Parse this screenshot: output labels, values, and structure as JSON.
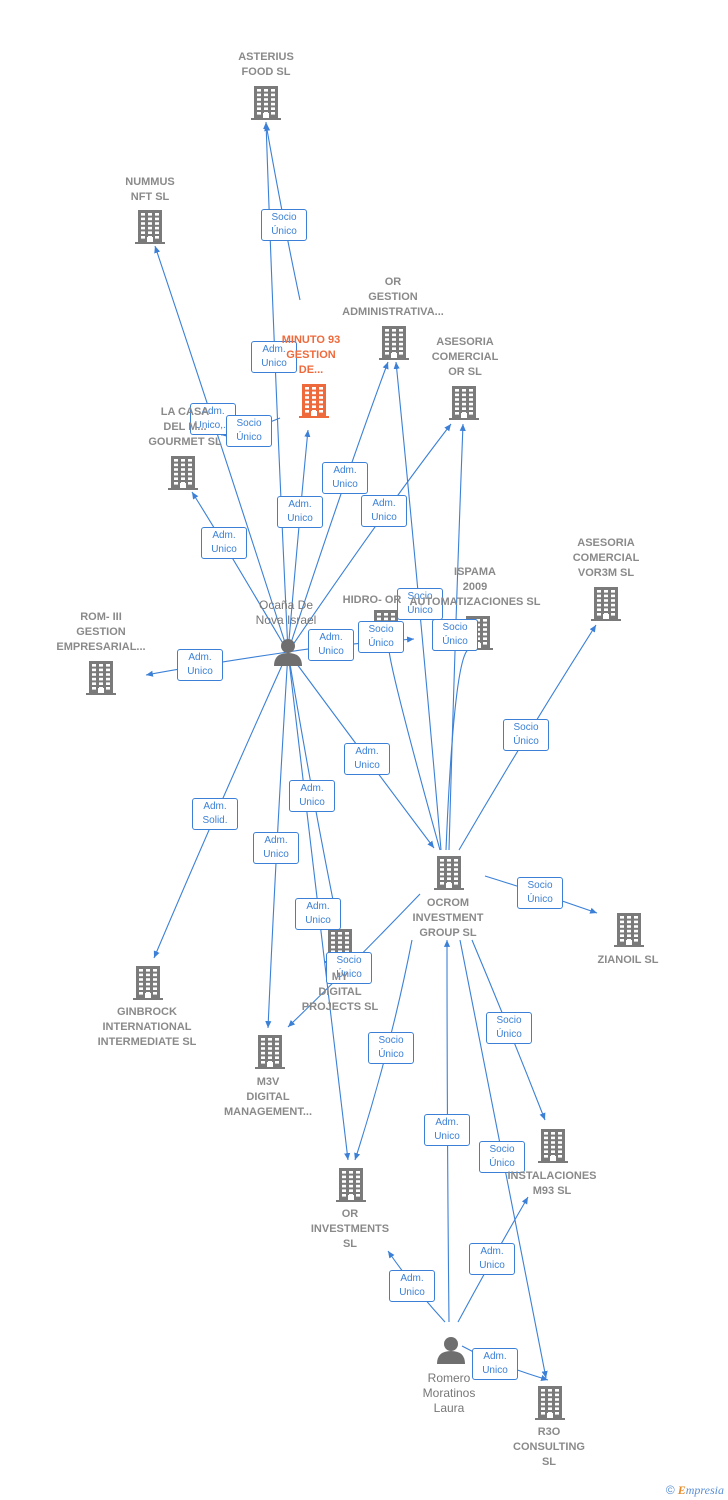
{
  "colors": {
    "edge": "#3b80d6",
    "company": "#7a7a7a",
    "focus": "#ee6a3c",
    "label": "#8a8a8a"
  },
  "nodes": [
    {
      "id": "asterius",
      "kind": "company",
      "label": "ASTERIUS\nFOOD  SL"
    },
    {
      "id": "nummus",
      "kind": "company",
      "label": "NUMMUS\nNFT  SL"
    },
    {
      "id": "minuto93",
      "kind": "focus",
      "label": "MINUTO 93\nGESTION\nDE..."
    },
    {
      "id": "orgestion",
      "kind": "company",
      "label": "OR\nGESTION\nADMINISTRATIVA..."
    },
    {
      "id": "asesoriaor",
      "kind": "company",
      "label": "ASESORIA\nCOMERCIAL\nOR  SL"
    },
    {
      "id": "lacasa",
      "kind": "company",
      "label": "LA CASA\nDEL M...\nGOURMET  SL"
    },
    {
      "id": "asesoriavor",
      "kind": "company",
      "label": "ASESORIA\nCOMERCIAL\nVOR3M  SL"
    },
    {
      "id": "ispama",
      "kind": "company",
      "label": "ISPAMA\n2009\nAUTOMATIZACIONES SL"
    },
    {
      "id": "hidro",
      "kind": "company",
      "label": "HIDRO- OR"
    },
    {
      "id": "rom",
      "kind": "company",
      "label": "ROM- III\nGESTION\nEMPRESARIAL..."
    },
    {
      "id": "ocana",
      "kind": "person",
      "label": "Ocaña De\nNova Israel"
    },
    {
      "id": "ocrom",
      "kind": "company",
      "label": "OCROM\nINVESTMENT\nGROUP  SL"
    },
    {
      "id": "zianoil",
      "kind": "company",
      "label": "ZIANOIL  SL"
    },
    {
      "id": "ginbrock",
      "kind": "company",
      "label": "GINBROCK\nINTERNATIONAL\nINTERMEDIATE SL"
    },
    {
      "id": "mydigital",
      "kind": "company",
      "label": "MY\nDIGITAL\nPROJECTS  SL"
    },
    {
      "id": "m3v",
      "kind": "company",
      "label": "M3V\nDIGITAL\nMANAGEMENT..."
    },
    {
      "id": "instalaciones",
      "kind": "company",
      "label": "INSTALACIONES\nM93  SL"
    },
    {
      "id": "orinvest",
      "kind": "company",
      "label": "OR\nINVESTMENTS\nSL"
    },
    {
      "id": "romero",
      "kind": "person",
      "label": "Romero\nMoratinos\nLaura"
    },
    {
      "id": "r3o",
      "kind": "company",
      "label": "R3O\nCONSULTING\nSL"
    }
  ],
  "edges": [
    {
      "from": "ocana",
      "to": "asterius",
      "label": "Adm.\nUnico"
    },
    {
      "from": "ocrom",
      "to": "asterius",
      "label": "Socio\nÚnico"
    },
    {
      "from": "ocana",
      "to": "nummus",
      "label": "Adm.\nUnico,..."
    },
    {
      "from": "ocrom",
      "to": "lacasa",
      "label": "Socio\nÚnico"
    },
    {
      "from": "ocana",
      "to": "lacasa",
      "label": "Adm.\nUnico"
    },
    {
      "from": "ocana",
      "to": "minuto93",
      "label": "Adm.\nUnico"
    },
    {
      "from": "ocana",
      "to": "orgestion",
      "label": "Adm.\nUnico"
    },
    {
      "from": "ocana",
      "to": "asesoriaor",
      "label": "Adm.\nUnico"
    },
    {
      "from": "ocrom",
      "to": "orgestion",
      "label": "Socio\nÚnico"
    },
    {
      "from": "ocrom",
      "to": "asesoriaor",
      "label": "Socio\nÚnico"
    },
    {
      "from": "ocana",
      "to": "hidro",
      "label": "Adm.\nUnico"
    },
    {
      "from": "ocrom",
      "to": "hidro",
      "label": "Socio\nÚnico"
    },
    {
      "from": "ocrom",
      "to": "ispama",
      "label": "Socio\nÚnico"
    },
    {
      "from": "ocrom",
      "to": "asesoriavor",
      "label": "Socio\nÚnico"
    },
    {
      "from": "ocana",
      "to": "rom",
      "label": "Adm.\nUnico"
    },
    {
      "from": "ocana",
      "to": "ocrom",
      "label": "Adm.\nUnico"
    },
    {
      "from": "ocrom",
      "to": "zianoil",
      "label": "Socio\nÚnico"
    },
    {
      "from": "ocana",
      "to": "ginbrock",
      "label": "Adm.\nSolid."
    },
    {
      "from": "ocana",
      "to": "m3v",
      "label": "Adm.\nUnico"
    },
    {
      "from": "ocana",
      "to": "mydigital",
      "label": "Adm.\nUnico"
    },
    {
      "from": "ocrom",
      "to": "mydigital",
      "label": "Socio\nÚnico"
    },
    {
      "from": "ocana",
      "to": "orinvest",
      "label": "Adm.\nUnico"
    },
    {
      "from": "ocrom",
      "to": "orinvest",
      "label": "Socio\nÚnico"
    },
    {
      "from": "ocrom",
      "to": "instalaciones",
      "label": "Socio\nÚnico"
    },
    {
      "from": "ocrom",
      "to": "r3o",
      "label": "Socio\nÚnico"
    },
    {
      "from": "romero",
      "to": "ocrom",
      "label": "Adm.\nUnico"
    },
    {
      "from": "romero",
      "to": "orinvest",
      "label": "Adm.\nUnico"
    },
    {
      "from": "romero",
      "to": "instalaciones",
      "label": "Adm.\nUnico"
    },
    {
      "from": "romero",
      "to": "r3o",
      "label": "Adm.\nUnico"
    }
  ],
  "footer": {
    "copyright": "©",
    "brand_initial": "E",
    "brand_rest": "mpresia"
  }
}
